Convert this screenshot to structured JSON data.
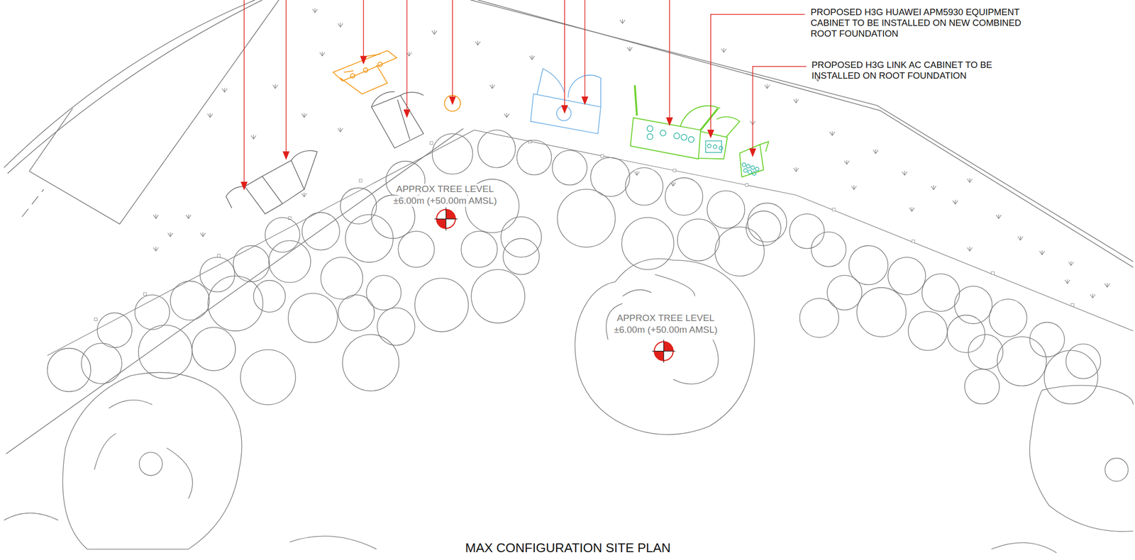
{
  "diagram": {
    "title": "MAX CONFIGURATION SITE PLAN",
    "labels": [
      "PROPOSED H3G HUAWEI APM5930 EQUIPMENT CABINET TO BE INSTALLED ON NEW COMBINED ROOT FOUNDATION",
      "PROPOSED H3G LINK AC CABINET TO BE INSTALLED ON ROOT FOUNDATION",
      "APPROX TREE LEVEL",
      "±6.00m (+50.00m AMSL)",
      "APPROX TREE LEVEL",
      "±6.00m (+50.00m AMSL)"
    ]
  }
}
